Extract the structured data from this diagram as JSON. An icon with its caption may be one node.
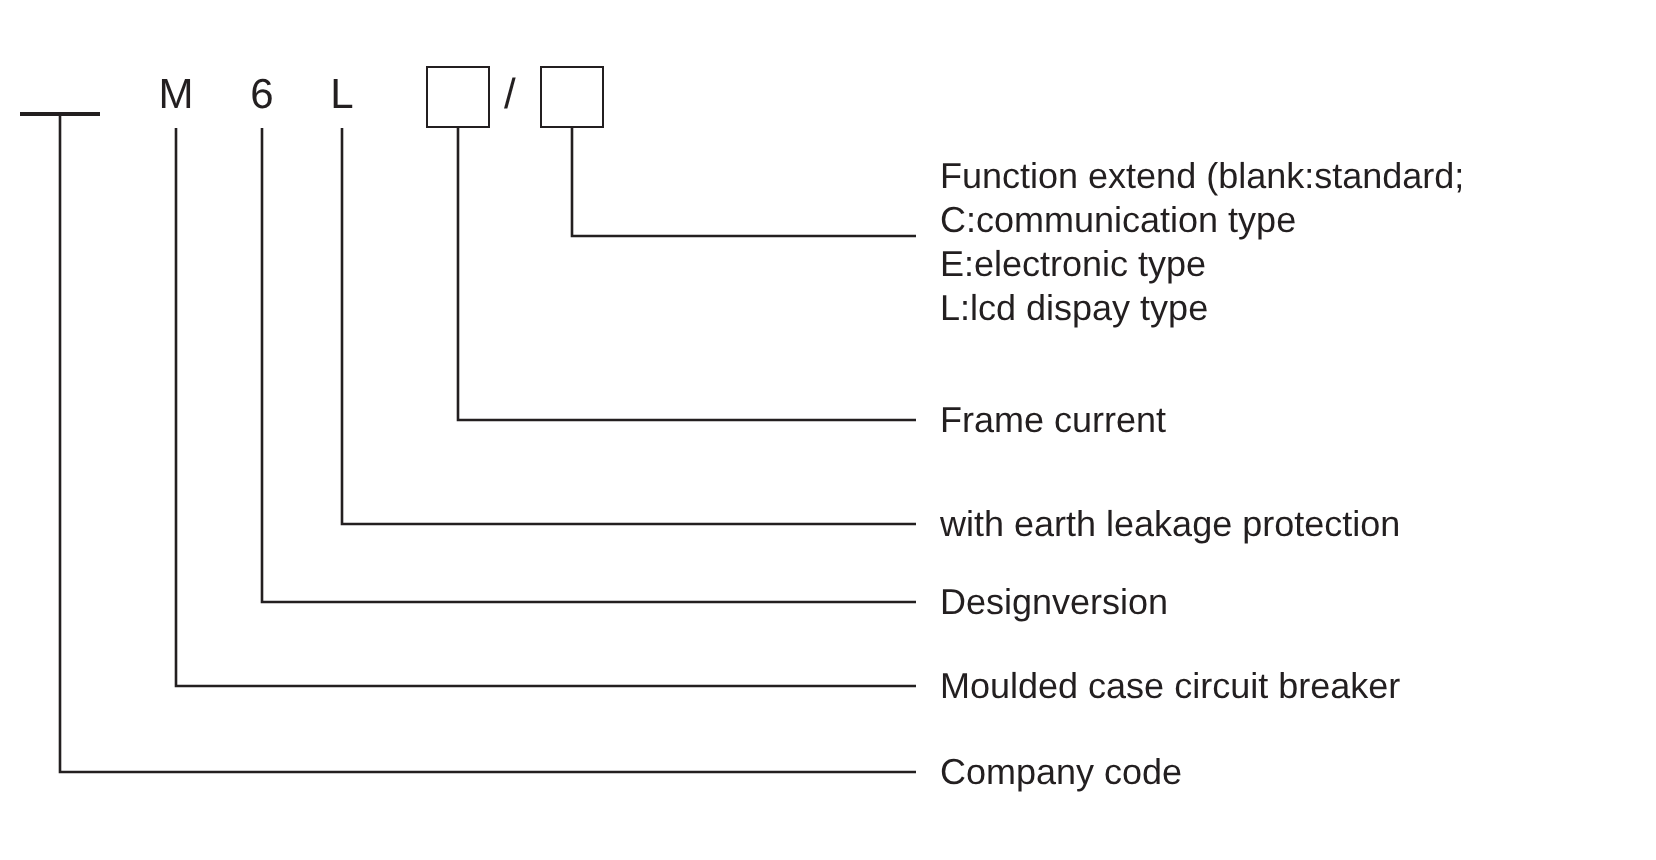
{
  "diagram": {
    "nodes": [
      {
        "text": [],
        "shape": "bar"
      },
      {
        "text": [
          "M"
        ]
      },
      {
        "text": [
          "6"
        ]
      },
      {
        "text": [
          "L"
        ]
      },
      {
        "text": [],
        "shape": "box"
      },
      {
        "text": [],
        "shape": "box"
      },
      {
        "text": [
          "Function extend (blank:standard;",
          "C:communication type",
          "E:electronic type",
          "L:lcd dispay type"
        ]
      },
      {
        "text": [
          "Frame current"
        ]
      },
      {
        "text": [
          "with earth leakage protection"
        ]
      },
      {
        "text": [
          "Designversion"
        ]
      },
      {
        "text": [
          "Moulded case circuit breaker"
        ]
      },
      {
        "text": [
          "Company code"
        ]
      }
    ],
    "edges": [
      {
        "from": 6,
        "to": 5,
        "arrow": "none"
      },
      {
        "from": 7,
        "to": 4,
        "arrow": "none"
      },
      {
        "from": 8,
        "to": 3,
        "arrow": "none"
      },
      {
        "from": 9,
        "to": 2,
        "arrow": "none"
      },
      {
        "from": 10,
        "to": 1,
        "arrow": "none"
      },
      {
        "from": 11,
        "to": 0,
        "arrow": "none"
      }
    ],
    "labels": [
      "/"
    ]
  }
}
